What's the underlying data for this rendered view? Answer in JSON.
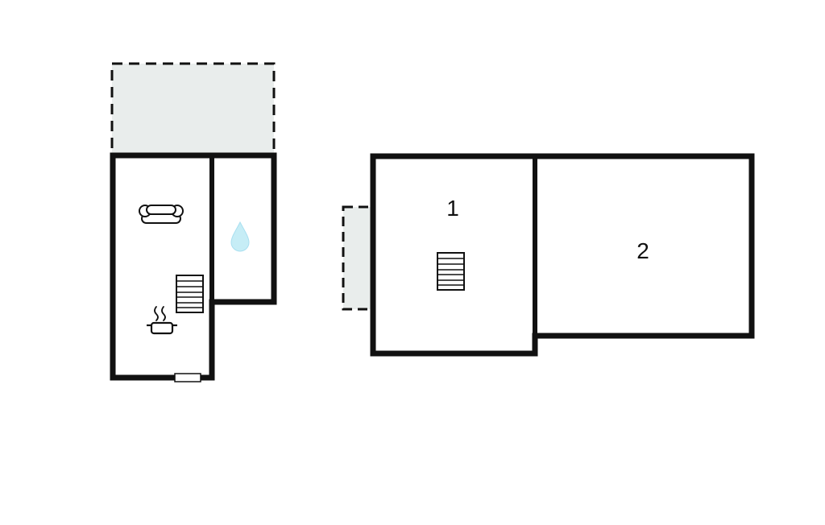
{
  "colors": {
    "wall": "#111111",
    "terrace_fill": "#e9edec",
    "balcony_fill": "#e9edec",
    "water_drop": "#c6edf6",
    "background": "#ffffff"
  },
  "left_plan": {
    "name": "left-unit",
    "areas": [
      "terrace",
      "living-kitchen",
      "bathroom"
    ],
    "icons": [
      "sofa-icon",
      "water-drop-icon",
      "stairs-icon",
      "stove-pot-icon",
      "window-marker"
    ]
  },
  "right_plan": {
    "name": "right-unit",
    "rooms": [
      {
        "label": "1"
      },
      {
        "label": "2"
      }
    ],
    "areas": [
      "balcony"
    ],
    "icons": [
      "stairs-icon"
    ]
  }
}
